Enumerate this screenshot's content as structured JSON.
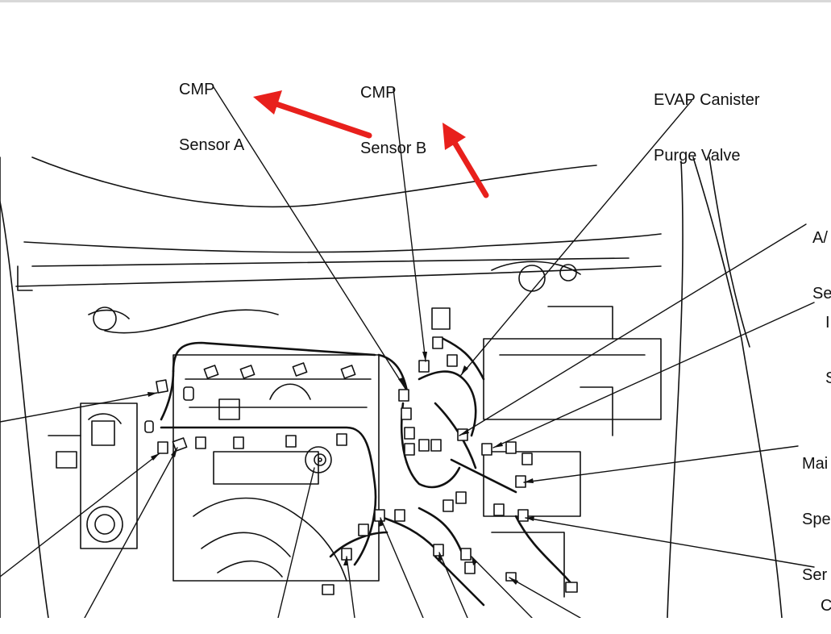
{
  "labels": {
    "cmp_a": {
      "line1": "CMP",
      "line2": "Sensor A"
    },
    "cmp_b": {
      "line1": "CMP",
      "line2": "Sensor B"
    },
    "evap": {
      "line1": "EVAP Canister",
      "line2": "Purge Valve"
    },
    "ac": {
      "line1": "A/",
      "line2": "Se"
    },
    "right_mid": {
      "line1": "I",
      "line2": "S"
    },
    "main_speed": {
      "line1": "Mai",
      "line2": "Spe",
      "line3": "Ser"
    },
    "bottom_right": {
      "line1": "C"
    }
  },
  "colors": {
    "line": "#111111",
    "arrow": "#e8201c",
    "background": "#ffffff"
  },
  "icons": [
    "red-arrow-icon",
    "red-arrow-icon"
  ]
}
